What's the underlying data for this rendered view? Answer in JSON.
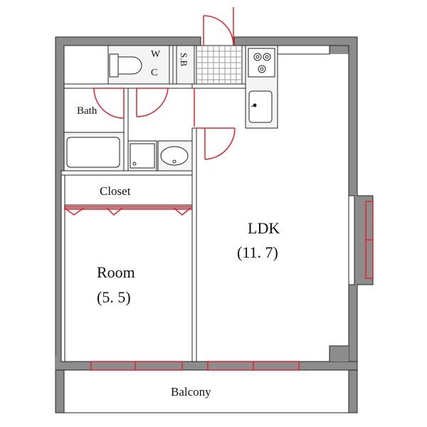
{
  "rooms": {
    "wc_line1": "W",
    "wc_line2": "C",
    "sb_label": "S.B",
    "bath": "Bath",
    "closet": "Closet",
    "room_name": "Room",
    "room_size": "(5. 5)",
    "ldk_name": "LDK",
    "ldk_size": "(11. 7)",
    "balcony": "Balcony"
  },
  "colors": {
    "wall": "#8c8c8c",
    "line": "#222222",
    "opening": "#e8202a",
    "fixture": "#f4f4f4"
  }
}
